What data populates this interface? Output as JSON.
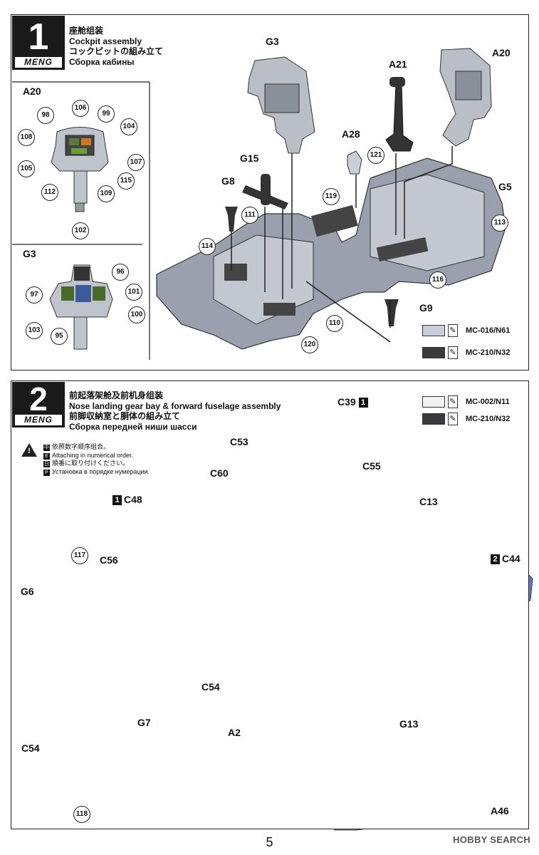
{
  "brand": "MENG",
  "step1": {
    "number": "1",
    "title_zh": "座舱组装",
    "title_en": "Cockpit assembly",
    "title_ja": "コックピットの組み立て",
    "title_ru": "Сборка кабины",
    "inset_a20_label": "A20",
    "inset_a20_decals": [
      "98",
      "106",
      "99",
      "104",
      "108",
      "107",
      "105",
      "115",
      "112",
      "109",
      "102"
    ],
    "inset_g3_label": "G3",
    "inset_g3_decals": [
      "96",
      "97",
      "101",
      "100",
      "103",
      "95"
    ],
    "parts": [
      "G3",
      "A21",
      "A20",
      "A28",
      "G15",
      "G8",
      "G5",
      "G9"
    ],
    "decals": [
      "121",
      "119",
      "111",
      "114",
      "113",
      "116",
      "110",
      "120"
    ],
    "paints": [
      {
        "code": "MC-016/N61",
        "color": "#c9ced8"
      },
      {
        "code": "MC-210/N32",
        "color": "#3a3a3e"
      }
    ]
  },
  "step2": {
    "number": "2",
    "title_zh": "前起落架舱及前机身组装",
    "title_en": "Nose landing gear bay & forward fuselage assembly",
    "title_ja": "前脚収納室と胴体の組み立て",
    "title_ru": "Сборка передней ниши шасси",
    "notes": [
      {
        "tag": "中",
        "text": "依照数字顺序组合。"
      },
      {
        "tag": "E",
        "text": "Attaching in numerical order."
      },
      {
        "tag": "日",
        "text": "順番に取り付けください。"
      },
      {
        "tag": "P",
        "text": "Установка в порядке нумерации."
      }
    ],
    "parts": [
      "C39",
      "C53",
      "C60",
      "C55",
      "C48",
      "C13",
      "C44",
      "C56",
      "G6",
      "C54",
      "G7",
      "G13",
      "A2",
      "A46"
    ],
    "order_tags": {
      "C39": "1",
      "C48": "1",
      "C44": "2"
    },
    "decals": [
      "117",
      "118"
    ],
    "inset_c54_label": "C54",
    "paints": [
      {
        "code": "MC-002/N11",
        "color": "#f4f2f6"
      },
      {
        "code": "MC-210/N32",
        "color": "#3a3a3e"
      }
    ]
  },
  "page_number": "5",
  "watermark": "HOBBY SEARCH"
}
